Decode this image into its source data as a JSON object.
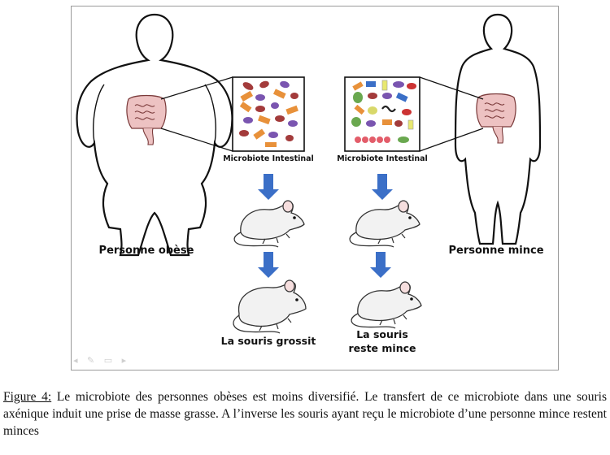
{
  "labels": {
    "obese_person": "Personne obèse",
    "thin_person": "Personne mince",
    "microbiota_left": "Microbiote Intestinal",
    "microbiota_right": "Microbiote Intestinal",
    "mouse_grows": "La souris grossit",
    "mouse_stays_line1": "La souris",
    "mouse_stays_line2": "reste mince"
  },
  "caption": {
    "figure_ref": "Figure 4:",
    "text": " Le microbiote des personnes obèses est moins diversifié. Le transfert de ce microbiote dans une souris axénique induit une prise de masse grasse. A l’inverse les souris ayant reçu le microbiote d’une personne mince restent minces"
  },
  "slide_controls": "◂ ✎ ▭ ▸",
  "colors": {
    "arrow": "#3b6fc7",
    "intestine": "#e9b3b3",
    "silhouette": "#111111"
  },
  "icons": [
    "obese-silhouette-icon",
    "thin-silhouette-icon",
    "intestine-icon",
    "bacteria-icon",
    "mouse-icon",
    "down-arrow-icon"
  ]
}
